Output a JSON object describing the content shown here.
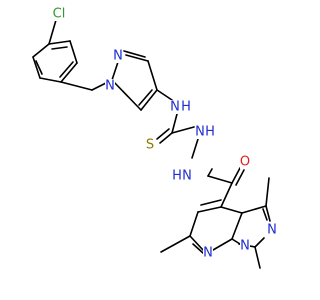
{
  "colors": {
    "bond": "#000000",
    "Cl": "#2e9b2e",
    "N": "#1f2cd0",
    "S": "#8a7a00",
    "O": "#e0201b",
    "background": "#ffffff"
  },
  "atoms": [
    {
      "id": "Cl",
      "label": "Cl",
      "element": "Cl"
    },
    {
      "id": "Na",
      "label": "N",
      "element": "N"
    },
    {
      "id": "Nb",
      "label": "N",
      "element": "N"
    },
    {
      "id": "NH1",
      "label": "N",
      "element": "N"
    },
    {
      "id": "H1",
      "label": "H",
      "element": "N"
    },
    {
      "id": "S",
      "label": "S",
      "element": "S"
    },
    {
      "id": "NH2",
      "label": "N",
      "element": "N"
    },
    {
      "id": "H2",
      "label": "H",
      "element": "N"
    },
    {
      "id": "NH3",
      "label": "N",
      "element": "N"
    },
    {
      "id": "H3",
      "label": "H",
      "element": "N"
    },
    {
      "id": "O",
      "label": "O",
      "element": "O"
    },
    {
      "id": "Np1",
      "label": "N",
      "element": "N"
    },
    {
      "id": "Np2",
      "label": "N",
      "element": "N"
    },
    {
      "id": "Npy",
      "label": "N",
      "element": "N"
    }
  ]
}
